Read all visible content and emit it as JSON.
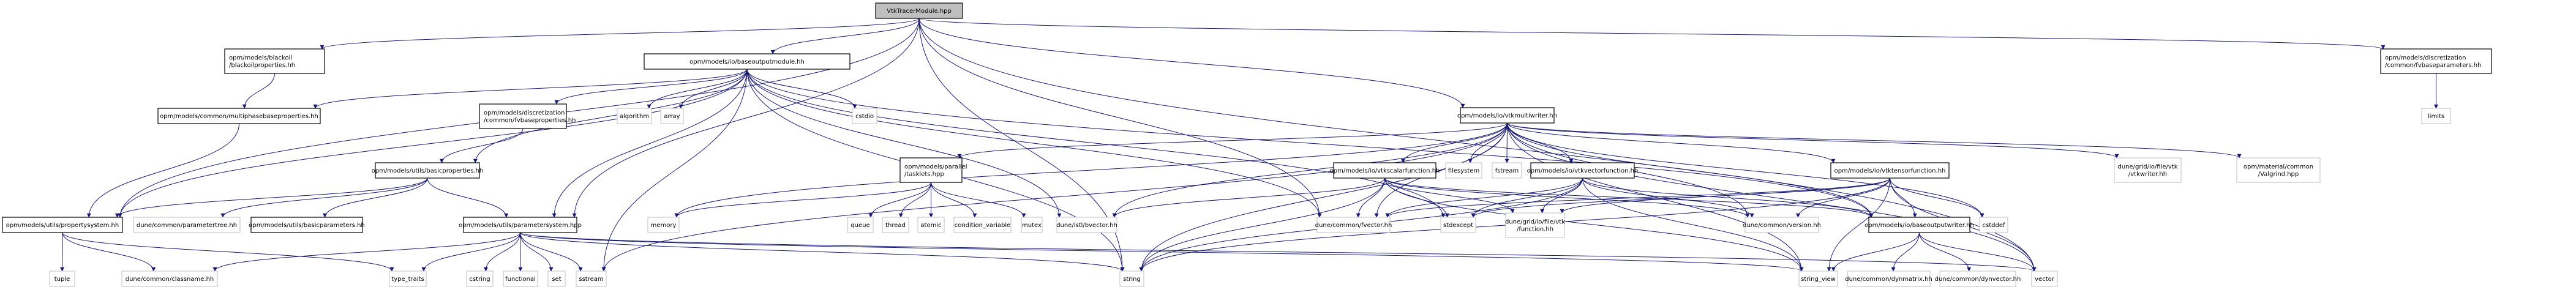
{
  "graph": {
    "title": "VtkTracerModule.hpp include dependency graph",
    "colors": {
      "edge": "#191970",
      "node_border_local": "#000000",
      "node_border_external": "#bfbfbf",
      "node_fill": "#ffffff",
      "root_fill": "#bfbfbf"
    },
    "nodes": [
      {
        "id": "root",
        "lines": [
          "VtkTracerModule.hpp"
        ],
        "kind": "root"
      },
      {
        "id": "blackoilprops",
        "lines": [
          "opm/models/blackoil",
          "/blackoilproperties.hh"
        ],
        "kind": "local"
      },
      {
        "id": "baseoutputmodule",
        "lines": [
          "opm/models/io/baseoutputmodule.hh"
        ],
        "kind": "local"
      },
      {
        "id": "vtkmultiwriter",
        "lines": [
          "opm/models/io/vtkmultiwriter.hh"
        ],
        "kind": "local"
      },
      {
        "id": "fvbaseparams",
        "lines": [
          "opm/models/discretization",
          "/common/fvbaseparameters.hh"
        ],
        "kind": "local"
      },
      {
        "id": "multiphaseprops",
        "lines": [
          "opm/models/common/multiphasebaseproperties.hh"
        ],
        "kind": "local"
      },
      {
        "id": "fvbaseprops",
        "lines": [
          "opm/models/discretization",
          "/common/fvbaseproperties.hh"
        ],
        "kind": "local"
      },
      {
        "id": "algorithm",
        "lines": [
          "algorithm"
        ],
        "kind": "external"
      },
      {
        "id": "array",
        "lines": [
          "array"
        ],
        "kind": "external"
      },
      {
        "id": "cstdio",
        "lines": [
          "cstdio"
        ],
        "kind": "external"
      },
      {
        "id": "limits",
        "lines": [
          "limits"
        ],
        "kind": "external"
      },
      {
        "id": "basicprops",
        "lines": [
          "opm/models/utils/basicproperties.hh"
        ],
        "kind": "local"
      },
      {
        "id": "tasklets",
        "lines": [
          "opm/models/parallel",
          "/tasklets.hpp"
        ],
        "kind": "local"
      },
      {
        "id": "vtkscalar",
        "lines": [
          "opm/models/io/vtkscalarfunction.hh"
        ],
        "kind": "local"
      },
      {
        "id": "filesystem",
        "lines": [
          "filesystem"
        ],
        "kind": "external"
      },
      {
        "id": "fstream",
        "lines": [
          "fstream"
        ],
        "kind": "external"
      },
      {
        "id": "vtkvector",
        "lines": [
          "opm/models/io/vtkvectorfunction.hh"
        ],
        "kind": "local"
      },
      {
        "id": "vtktensor",
        "lines": [
          "opm/models/io/vtktensorfunction.hh"
        ],
        "kind": "local"
      },
      {
        "id": "vtkwriter",
        "lines": [
          "dune/grid/io/file/vtk",
          "/vtkwriter.hh"
        ],
        "kind": "external"
      },
      {
        "id": "valgrind",
        "lines": [
          "opm/material/common",
          "/Valgrind.hpp"
        ],
        "kind": "external"
      },
      {
        "id": "propertysystem",
        "lines": [
          "opm/models/utils/propertysystem.hh"
        ],
        "kind": "local"
      },
      {
        "id": "parametertree",
        "lines": [
          "dune/common/parametertree.hh"
        ],
        "kind": "external"
      },
      {
        "id": "basicparams",
        "lines": [
          "opm/models/utils/basicparameters.hh"
        ],
        "kind": "local"
      },
      {
        "id": "parametersystem",
        "lines": [
          "opm/models/utils/parametersystem.hpp"
        ],
        "kind": "local"
      },
      {
        "id": "memory",
        "lines": [
          "memory"
        ],
        "kind": "external"
      },
      {
        "id": "queue",
        "lines": [
          "queue"
        ],
        "kind": "external"
      },
      {
        "id": "thread",
        "lines": [
          "thread"
        ],
        "kind": "external"
      },
      {
        "id": "atomic",
        "lines": [
          "atomic"
        ],
        "kind": "external"
      },
      {
        "id": "condvar",
        "lines": [
          "condition_variable"
        ],
        "kind": "external"
      },
      {
        "id": "mutex",
        "lines": [
          "mutex"
        ],
        "kind": "external"
      },
      {
        "id": "bvector",
        "lines": [
          "dune/istl/bvector.hh"
        ],
        "kind": "external"
      },
      {
        "id": "fvector",
        "lines": [
          "dune/common/fvector.hh"
        ],
        "kind": "external"
      },
      {
        "id": "stdexcept",
        "lines": [
          "stdexcept"
        ],
        "kind": "external"
      },
      {
        "id": "vtkfunction",
        "lines": [
          "dune/grid/io/file/vtk",
          "/function.hh"
        ],
        "kind": "external"
      },
      {
        "id": "version",
        "lines": [
          "dune/common/version.hh"
        ],
        "kind": "external"
      },
      {
        "id": "baseoutputwriter",
        "lines": [
          "opm/models/io/baseoutputwriter.hh"
        ],
        "kind": "local"
      },
      {
        "id": "cstddef",
        "lines": [
          "cstddef"
        ],
        "kind": "external"
      },
      {
        "id": "tuple",
        "lines": [
          "tuple"
        ],
        "kind": "external"
      },
      {
        "id": "classname",
        "lines": [
          "dune/common/classname.hh"
        ],
        "kind": "external"
      },
      {
        "id": "typetraits",
        "lines": [
          "type_traits"
        ],
        "kind": "external"
      },
      {
        "id": "cstring",
        "lines": [
          "cstring"
        ],
        "kind": "external"
      },
      {
        "id": "functional",
        "lines": [
          "functional"
        ],
        "kind": "external"
      },
      {
        "id": "set",
        "lines": [
          "set"
        ],
        "kind": "external"
      },
      {
        "id": "sstream",
        "lines": [
          "sstream"
        ],
        "kind": "external"
      },
      {
        "id": "string",
        "lines": [
          "string"
        ],
        "kind": "external"
      },
      {
        "id": "stringview",
        "lines": [
          "string_view"
        ],
        "kind": "external"
      },
      {
        "id": "dynmatrix",
        "lines": [
          "dune/common/dynmatrix.hh"
        ],
        "kind": "external"
      },
      {
        "id": "dynvector",
        "lines": [
          "dune/common/dynvector.hh"
        ],
        "kind": "external"
      },
      {
        "id": "vector",
        "lines": [
          "vector"
        ],
        "kind": "external"
      }
    ],
    "edges": [
      [
        "root",
        "blackoilprops"
      ],
      [
        "root",
        "baseoutputmodule"
      ],
      [
        "root",
        "vtkmultiwriter"
      ],
      [
        "root",
        "fvbaseparams"
      ],
      [
        "root",
        "propertysystem"
      ],
      [
        "root",
        "parametersystem"
      ],
      [
        "root",
        "fvector"
      ],
      [
        "root",
        "string"
      ],
      [
        "root",
        "vector"
      ],
      [
        "blackoilprops",
        "multiphaseprops"
      ],
      [
        "baseoutputmodule",
        "multiphaseprops"
      ],
      [
        "baseoutputmodule",
        "fvbaseprops"
      ],
      [
        "baseoutputmodule",
        "basicprops"
      ],
      [
        "baseoutputmodule",
        "propertysystem"
      ],
      [
        "baseoutputmodule",
        "parametersystem"
      ],
      [
        "baseoutputmodule",
        "algorithm"
      ],
      [
        "baseoutputmodule",
        "array"
      ],
      [
        "baseoutputmodule",
        "cstdio"
      ],
      [
        "baseoutputmodule",
        "bvector"
      ],
      [
        "baseoutputmodule",
        "fvector"
      ],
      [
        "baseoutputmodule",
        "stdexcept"
      ],
      [
        "baseoutputmodule",
        "baseoutputwriter"
      ],
      [
        "baseoutputmodule",
        "sstream"
      ],
      [
        "baseoutputmodule",
        "string"
      ],
      [
        "multiphaseprops",
        "propertysystem"
      ],
      [
        "fvbaseprops",
        "basicprops"
      ],
      [
        "fvbaseparams",
        "limits"
      ],
      [
        "basicprops",
        "propertysystem"
      ],
      [
        "basicprops",
        "parametertree"
      ],
      [
        "basicprops",
        "basicparams"
      ],
      [
        "basicprops",
        "parametersystem"
      ],
      [
        "propertysystem",
        "tuple"
      ],
      [
        "propertysystem",
        "classname"
      ],
      [
        "propertysystem",
        "typetraits"
      ],
      [
        "parametersystem",
        "classname"
      ],
      [
        "parametersystem",
        "typetraits"
      ],
      [
        "parametersystem",
        "cstring"
      ],
      [
        "parametersystem",
        "functional"
      ],
      [
        "parametersystem",
        "set"
      ],
      [
        "parametersystem",
        "sstream"
      ],
      [
        "parametersystem",
        "string"
      ],
      [
        "parametersystem",
        "stringview"
      ],
      [
        "parametersystem",
        "vector"
      ],
      [
        "vtkmultiwriter",
        "tasklets"
      ],
      [
        "vtkmultiwriter",
        "vtkscalar"
      ],
      [
        "vtkmultiwriter",
        "filesystem"
      ],
      [
        "vtkmultiwriter",
        "fstream"
      ],
      [
        "vtkmultiwriter",
        "vtkvector"
      ],
      [
        "vtkmultiwriter",
        "vtktensor"
      ],
      [
        "vtkmultiwriter",
        "vtkwriter"
      ],
      [
        "vtkmultiwriter",
        "valgrind"
      ],
      [
        "vtkmultiwriter",
        "baseoutputwriter"
      ],
      [
        "vtkmultiwriter",
        "memory"
      ],
      [
        "vtkmultiwriter",
        "bvector"
      ],
      [
        "vtkmultiwriter",
        "fvector"
      ],
      [
        "vtkmultiwriter",
        "version"
      ],
      [
        "vtkmultiwriter",
        "sstream"
      ],
      [
        "vtkmultiwriter",
        "string"
      ],
      [
        "vtkmultiwriter",
        "stringview"
      ],
      [
        "vtkmultiwriter",
        "vector"
      ],
      [
        "vtkmultiwriter",
        "cstddef"
      ],
      [
        "tasklets",
        "memory"
      ],
      [
        "tasklets",
        "queue"
      ],
      [
        "tasklets",
        "thread"
      ],
      [
        "tasklets",
        "atomic"
      ],
      [
        "tasklets",
        "condvar"
      ],
      [
        "tasklets",
        "mutex"
      ],
      [
        "vtkscalar",
        "baseoutputwriter"
      ],
      [
        "vtkscalar",
        "bvector"
      ],
      [
        "vtkscalar",
        "fvector"
      ],
      [
        "vtkscalar",
        "version"
      ],
      [
        "vtkscalar",
        "vtkfunction"
      ],
      [
        "vtkscalar",
        "stdexcept"
      ],
      [
        "vtkscalar",
        "string"
      ],
      [
        "vtkscalar",
        "stringview"
      ],
      [
        "vtkvector",
        "baseoutputwriter"
      ],
      [
        "vtkvector",
        "fvector"
      ],
      [
        "vtkvector",
        "version"
      ],
      [
        "vtkvector",
        "vtkfunction"
      ],
      [
        "vtkvector",
        "stdexcept"
      ],
      [
        "vtkvector",
        "string"
      ],
      [
        "vtkvector",
        "stringview"
      ],
      [
        "vtktensor",
        "baseoutputwriter"
      ],
      [
        "vtktensor",
        "fvector"
      ],
      [
        "vtktensor",
        "version"
      ],
      [
        "vtktensor",
        "vtkfunction"
      ],
      [
        "vtktensor",
        "stdexcept"
      ],
      [
        "vtktensor",
        "cstddef"
      ],
      [
        "vtktensor",
        "string"
      ],
      [
        "vtktensor",
        "stringview"
      ],
      [
        "vtktensor",
        "vector"
      ],
      [
        "baseoutputwriter",
        "stringview"
      ],
      [
        "baseoutputwriter",
        "dynmatrix"
      ],
      [
        "baseoutputwriter",
        "dynvector"
      ],
      [
        "baseoutputwriter",
        "vector"
      ]
    ]
  }
}
